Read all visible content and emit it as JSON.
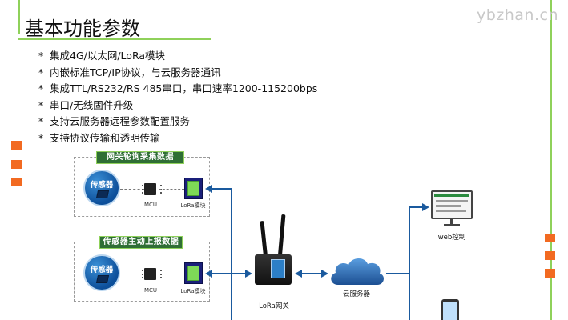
{
  "header": {
    "title": "基本功能参数",
    "watermark": "ybzhan.cn"
  },
  "features": [
    "集成4G/以太网/LoRa模块",
    "内嵌标准TCP/IP协议，与云服务器通讯",
    "集成TTL/RS232/RS 485串口，串口速率1200-115200bps",
    "串口/无线固件升级",
    "支持云服务器远程参数配置服务",
    "支持协议传输和透明传输"
  ],
  "feature_bullet": "*",
  "diagram": {
    "box1": {
      "header": "网关轮询采集数据",
      "sensor_label": "传感器",
      "mcu_label": "MCU",
      "lora_label": "LoRa模块"
    },
    "box2": {
      "header": "传感器主动上报数据",
      "sensor_label": "传感器",
      "mcu_label": "MCU",
      "lora_label": "LoRa模块"
    },
    "gateway_label": "LoRa网关",
    "cloud_label": "云服务器",
    "web_label": "web控制"
  },
  "colors": {
    "accent_green": "#8fd15a",
    "header_green": "#2f6e35",
    "arrow_blue": "#1a5a9e",
    "orange": "#f26a21"
  }
}
